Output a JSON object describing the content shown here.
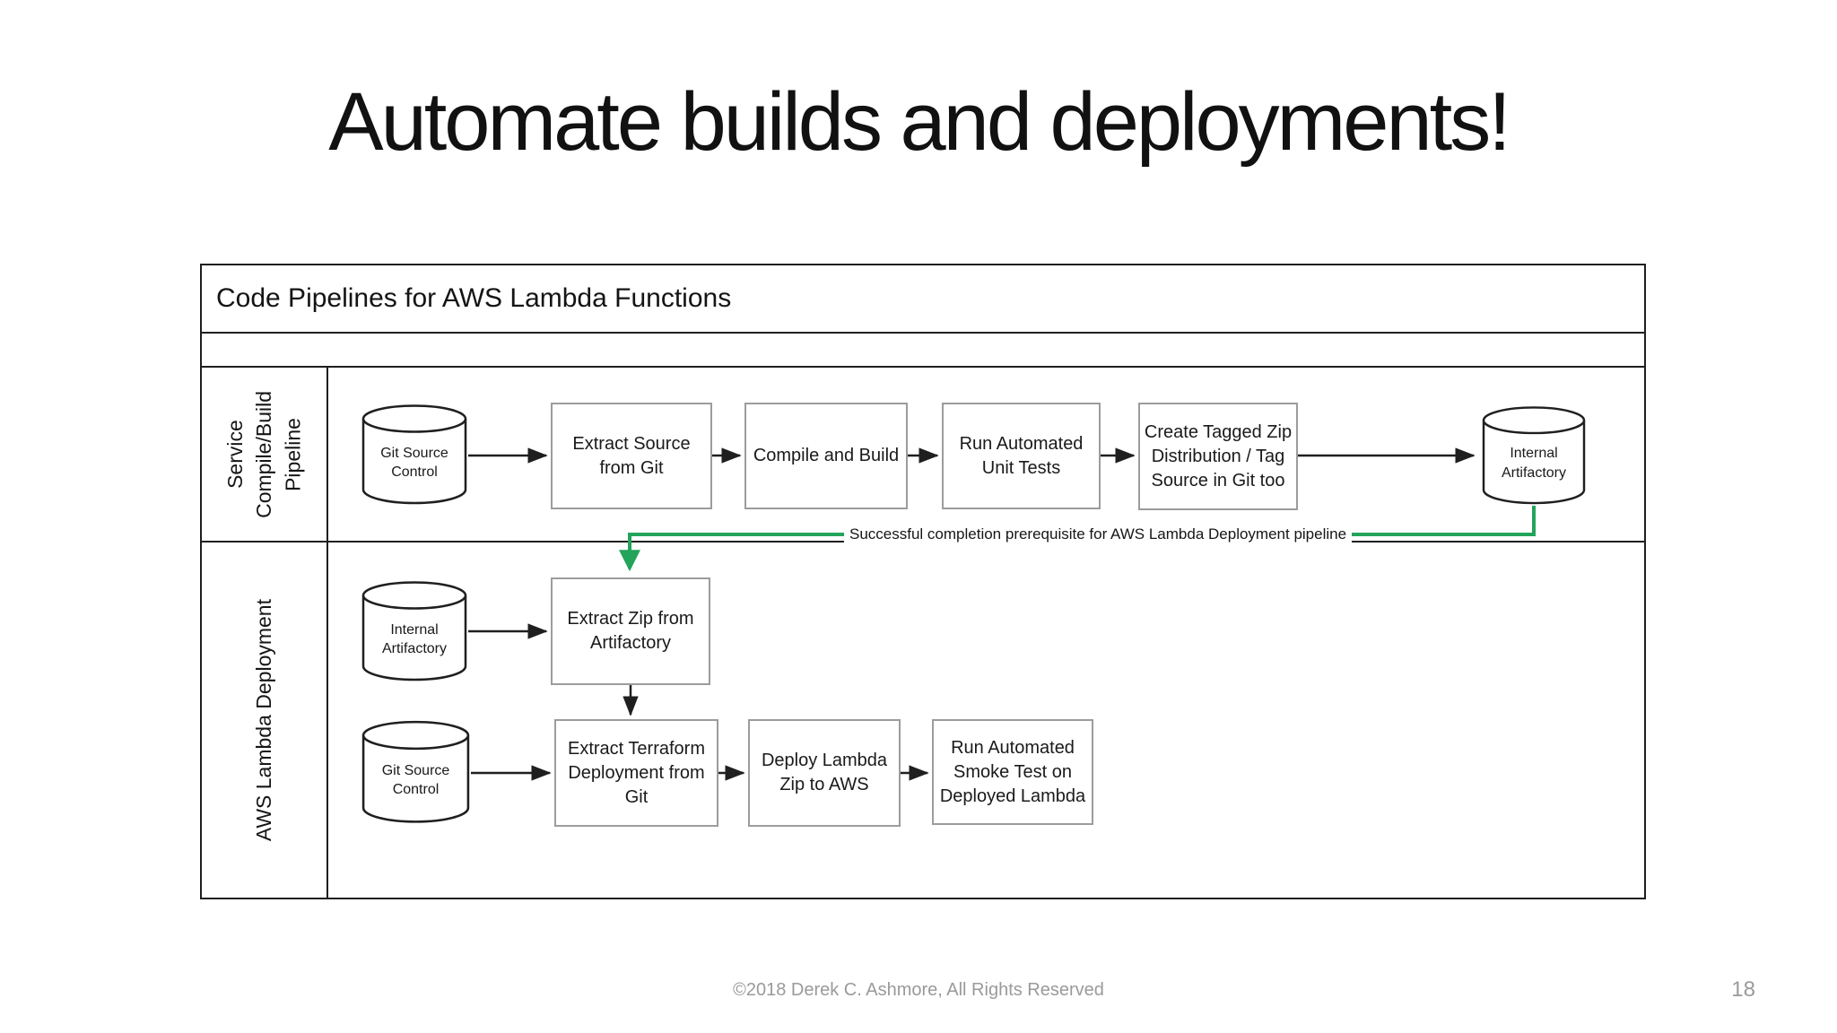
{
  "slide": {
    "title": "Automate builds and deployments!",
    "footer": "©2018 Derek C. Ashmore, All Rights Reserved",
    "page_number": "18"
  },
  "diagram": {
    "title": "Code Pipelines for AWS Lambda Functions",
    "lanes": [
      {
        "label": "Service Compile/Build Pipeline",
        "lines": [
          "Service",
          "Compile/Build",
          "Pipeline"
        ]
      },
      {
        "label": "AWS Lambda Deployment",
        "lines": [
          "AWS Lambda Deployment"
        ]
      }
    ],
    "nodes": {
      "git_source_control_build": "Git Source Control",
      "extract_source": "Extract Source from Git",
      "compile_build": "Compile and Build",
      "unit_tests": "Run Automated Unit Tests",
      "tagged_zip": "Create Tagged Zip Distribution / Tag Source in Git too",
      "internal_artifactory_build": "Internal Artifactory",
      "internal_artifactory_deploy": "Internal Artifactory",
      "extract_zip": "Extract Zip from Artifactory",
      "git_source_control_deploy": "Git Source Control",
      "extract_terraform": "Extract Terraform Deployment from Git",
      "deploy_lambda": "Deploy Lambda Zip to AWS",
      "smoke_test": "Run Automated Smoke Test on Deployed Lambda"
    },
    "annotation": {
      "text": "Successful completion prerequisite for AWS Lambda Deployment pipeline"
    }
  },
  "colors": {
    "ink": "#1f1f1f",
    "box_border": "#9c9c9c",
    "green": "#23a45b",
    "muted": "#9a9a9a"
  }
}
